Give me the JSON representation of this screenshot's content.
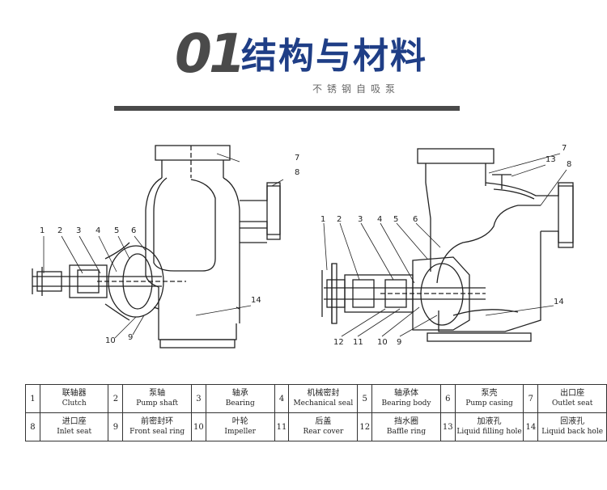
{
  "header": {
    "number": "01",
    "title": "结构与材料",
    "subtitle": "不锈钢自吸泵"
  },
  "diagram": {
    "left_labels": [
      "1",
      "2",
      "3",
      "4",
      "5",
      "6",
      "7",
      "8",
      "14",
      "10",
      "9"
    ],
    "right_labels": [
      "1",
      "2",
      "3",
      "4",
      "5",
      "6",
      "7",
      "13",
      "8",
      "14",
      "12",
      "11",
      "10",
      "9"
    ]
  },
  "parts": [
    {
      "num": "1",
      "cn": "联轴器",
      "en": "Clutch"
    },
    {
      "num": "2",
      "cn": "泵轴",
      "en": "Pump shaft"
    },
    {
      "num": "3",
      "cn": "轴承",
      "en": "Bearing"
    },
    {
      "num": "4",
      "cn": "机械密封",
      "en": "Mechanical seal"
    },
    {
      "num": "5",
      "cn": "轴承体",
      "en": "Bearing body"
    },
    {
      "num": "6",
      "cn": "泵壳",
      "en": "Pump casing"
    },
    {
      "num": "7",
      "cn": "出口座",
      "en": "Outlet seat"
    },
    {
      "num": "8",
      "cn": "进口座",
      "en": "Inlet seat"
    },
    {
      "num": "9",
      "cn": "前密封环",
      "en": "Front seal ring"
    },
    {
      "num": "10",
      "cn": "叶轮",
      "en": "Impeller"
    },
    {
      "num": "11",
      "cn": "后盖",
      "en": "Rear cover"
    },
    {
      "num": "12",
      "cn": "挡水圈",
      "en": "Baffle ring"
    },
    {
      "num": "13",
      "cn": "加液孔",
      "en": "Liquid filling hole"
    },
    {
      "num": "14",
      "cn": "回液孔",
      "en": "Liquid back hole"
    }
  ]
}
